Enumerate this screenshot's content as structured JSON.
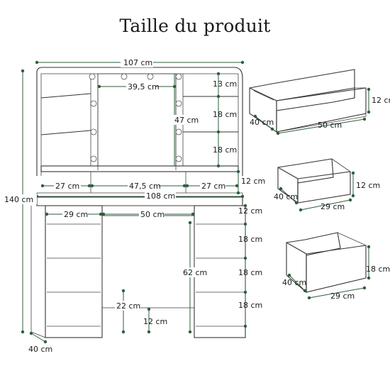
{
  "title": "Taille du produit",
  "dimensions": {
    "width_top": "107 cm",
    "mirror_width": "39,5 cm",
    "shelf_13": "13 cm",
    "mirror_height": "47 cm",
    "shelf_18a": "18 cm",
    "shelf_18b": "18 cm",
    "upper_height": "12 cm",
    "left_shelf": "27 cm",
    "middle_shelf": "47,5 cm",
    "right_shelf": "27 cm",
    "desk_width": "108 cm",
    "total_height": "140 cm",
    "left_drawer_w": "29 cm",
    "center_drawer_w": "50 cm",
    "drawer_h_12": "12 cm",
    "drawer_h_18a": "18 cm",
    "drawer_h_18b": "18 cm",
    "drawer_h_18c": "18 cm",
    "leg_height": "62 cm",
    "knee_width": "22 cm",
    "base_height": "12 cm",
    "depth": "40 cm"
  },
  "drawer_big": {
    "depth": "40 cm",
    "width": "50 cm",
    "height": "12 cm"
  },
  "drawer_small": {
    "depth": "40 cm",
    "width": "29 cm",
    "height": "12 cm"
  },
  "drawer_deep": {
    "depth": "40 cm",
    "width": "29 cm",
    "height": "18 cm"
  }
}
